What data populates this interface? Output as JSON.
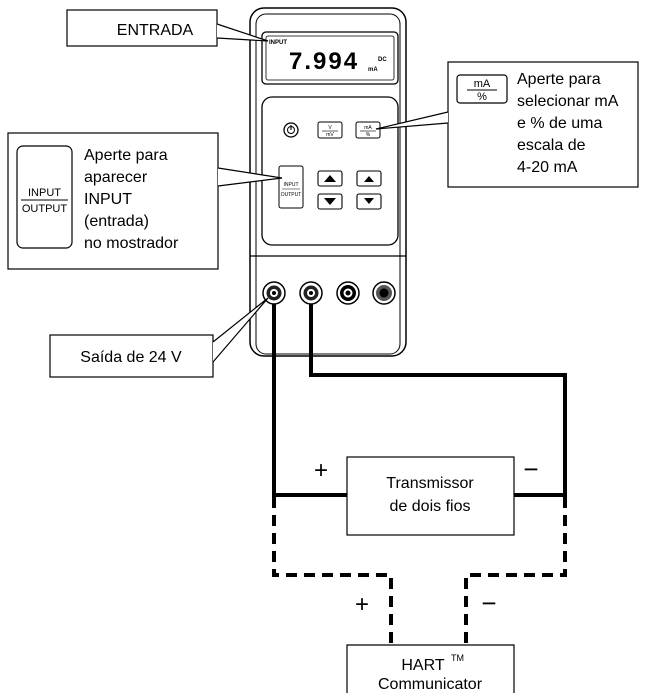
{
  "callouts": {
    "entrada": "ENTRADA",
    "ma_pct": {
      "icon_top": "mA",
      "icon_bottom": "%",
      "lines": [
        "Aperte para",
        "selecionar mA",
        "e % de uma",
        "escala de",
        "4-20 mA"
      ]
    },
    "input_output": {
      "icon_top": "INPUT",
      "icon_bottom": "OUTPUT",
      "lines": [
        "Aperte para",
        "aparecer",
        "INPUT",
        "(entrada)",
        "no mostrador"
      ]
    },
    "saida": "Saída de 24 V"
  },
  "meter": {
    "display_mode": "INPUT",
    "display_value": "7.994",
    "display_unit": "mA",
    "display_dc": "DC",
    "buttons": {
      "power_icon": "power-icon",
      "v_top": "V",
      "v_bottom": "mV",
      "ma_top": "mA",
      "ma_bottom": "%",
      "io_top": "INPUT",
      "io_bottom": "OUTPUT"
    }
  },
  "transmitter": {
    "line1": "Transmissor",
    "line2": "de dois fios",
    "plus": "+",
    "minus": "−"
  },
  "hart": {
    "name": "HART",
    "tm": "TM",
    "line2": "Communicator",
    "plus": "+",
    "minus": "−"
  }
}
